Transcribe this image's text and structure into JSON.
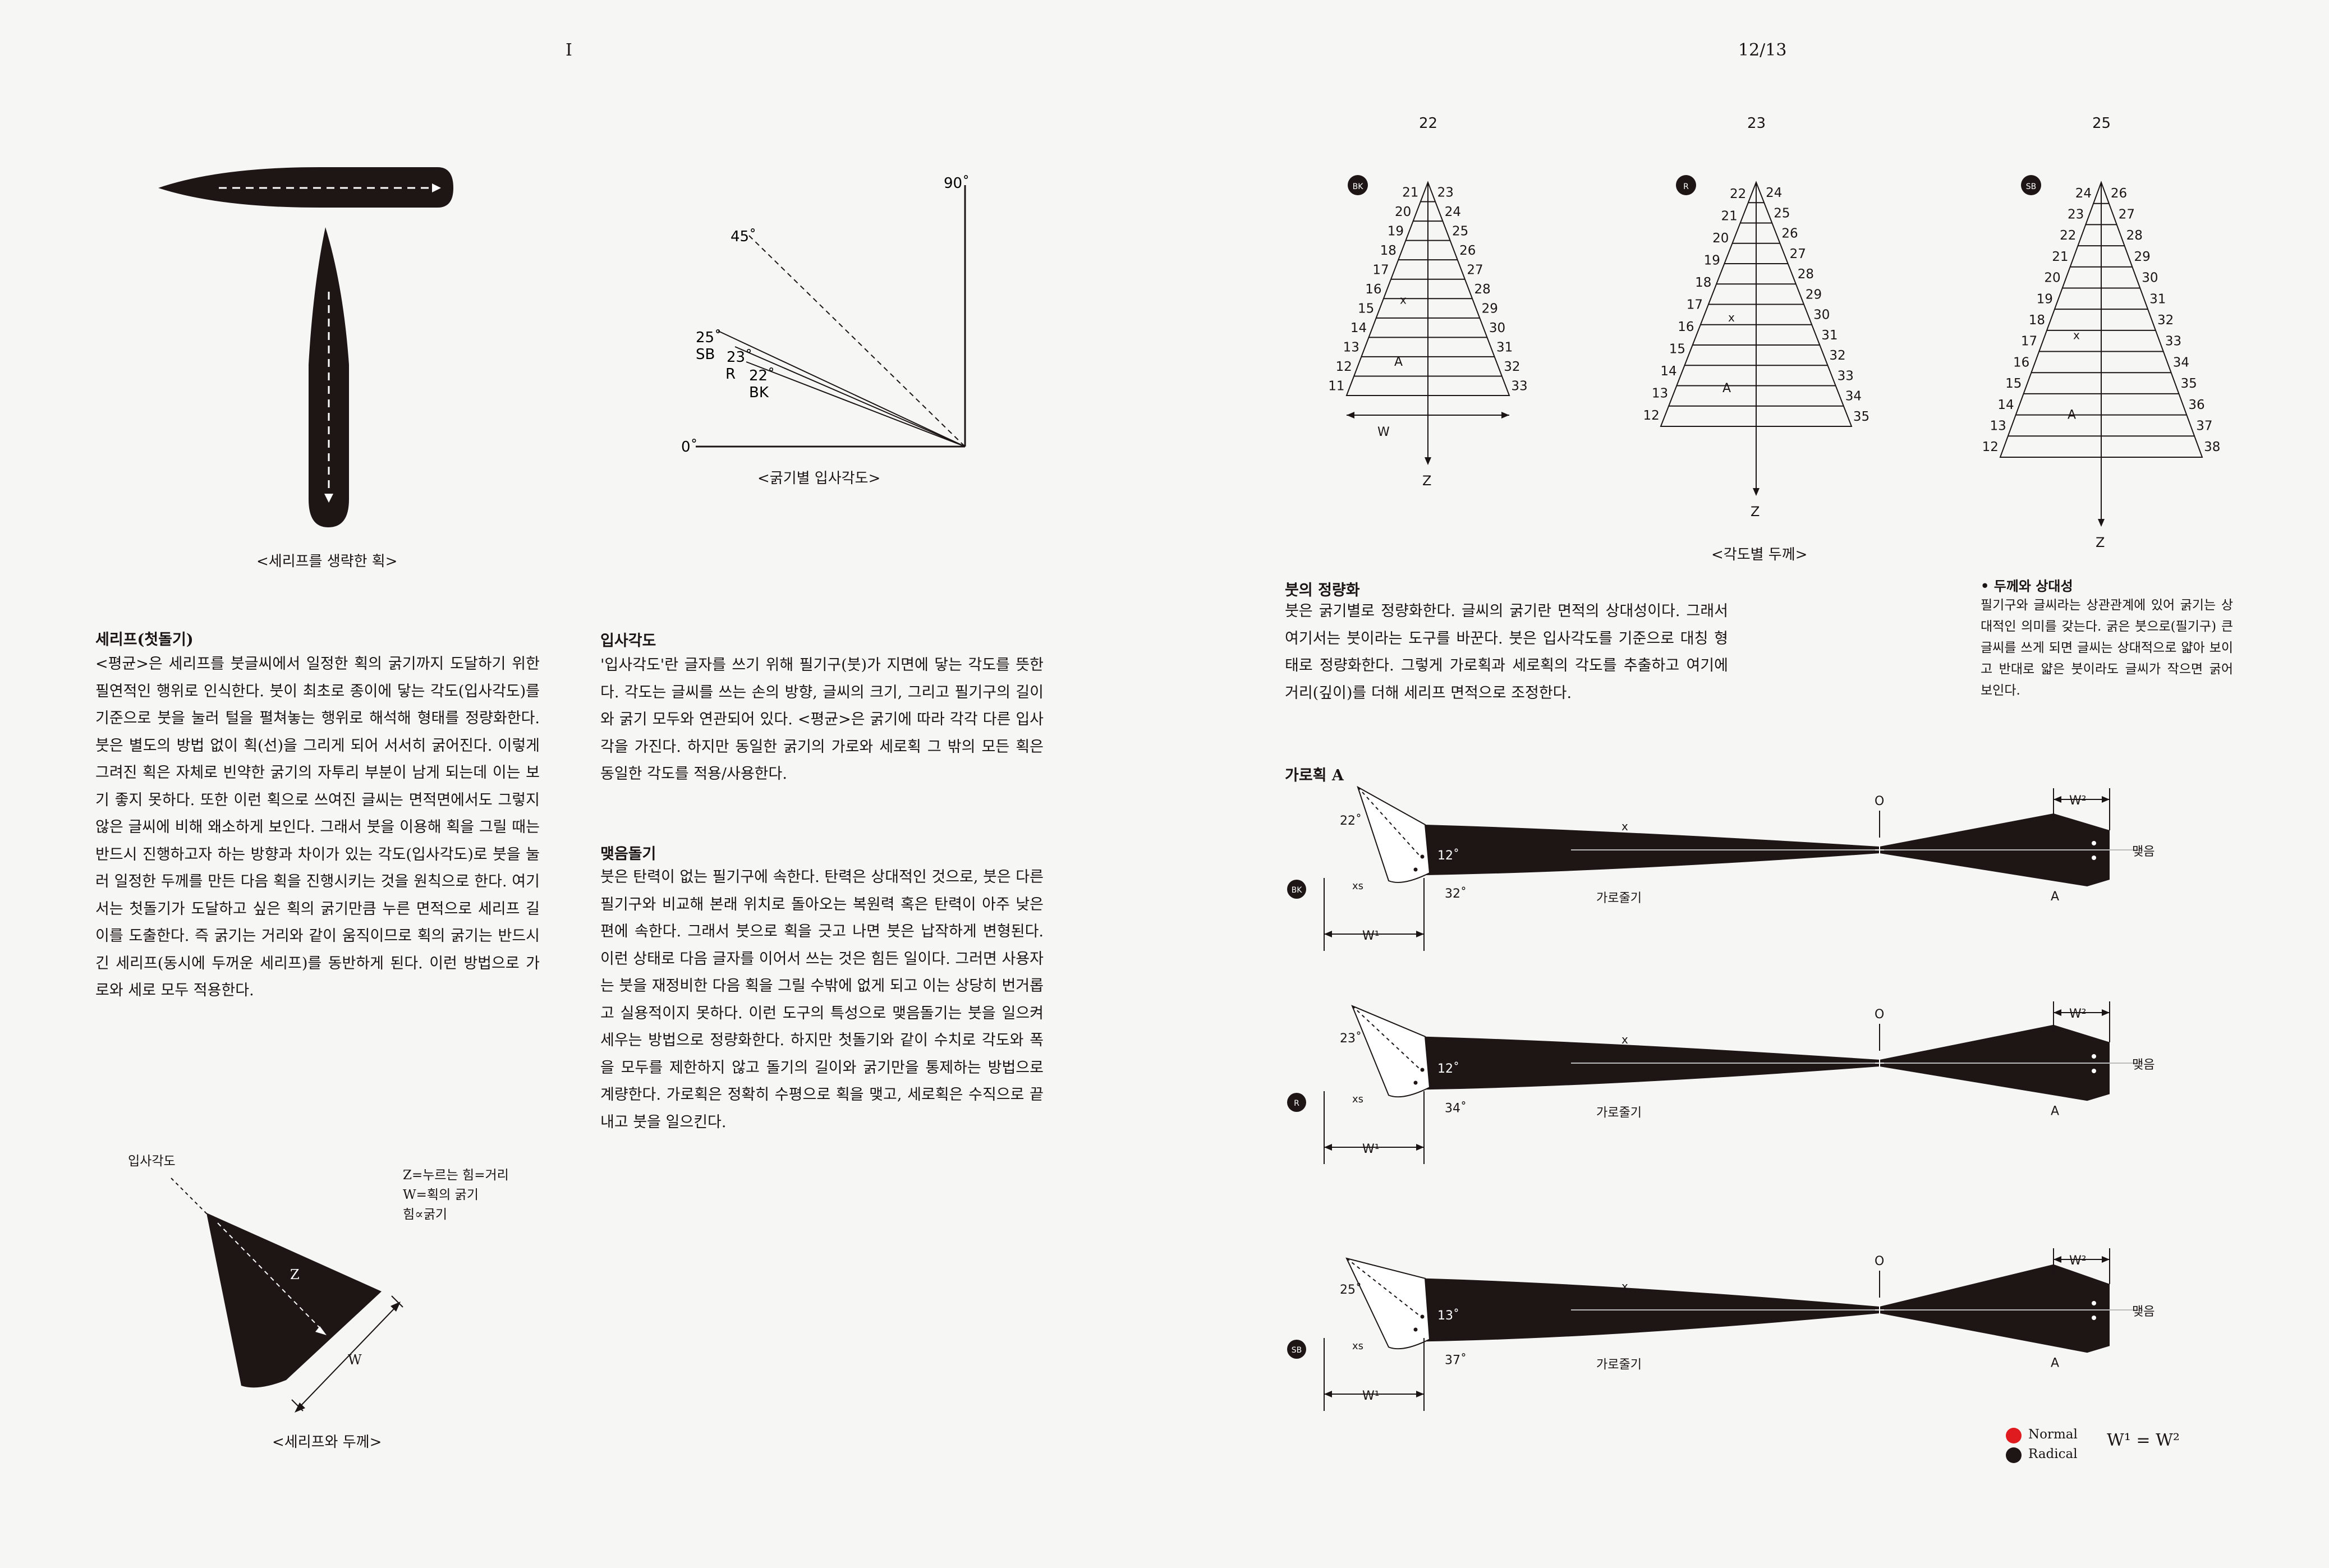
{
  "folios": {
    "left": "I",
    "right": "12/13"
  },
  "captions": {
    "serif_omitted": "<세리프를 생략한 획>",
    "angle_by_weight": "<굵기별 입사각도>",
    "serif_thickness": "<세리프와 두께>",
    "thickness_by_angle": "<각도별 두께>"
  },
  "sections": {
    "serif": {
      "title": "세리프(첫돌기)",
      "body": "<평균>은 세리프를 붓글씨에서 일정한 획의 굵기까지 도달하기 위한 필연적인 행위로 인식한다. 붓이 최초로 종이에 닿는 각도(입사각도)를 기준으로 붓을 눌러 털을 펼쳐놓는 행위로 해석해 형태를 정량화한다. 붓은 별도의 방법 없이 획(선)을 그리게 되어 서서히 굵어진다. 이렇게 그려진 획은 자체로 빈약한 굵기의 자투리 부분이 남게 되는데 이는 보기 좋지 못하다. 또한 이런 획으로 쓰여진 글씨는 면적면에서도 그렇지 않은 글씨에 비해 왜소하게 보인다. 그래서 붓을 이용해 획을 그릴 때는 반드시 진행하고자 하는 방향과 차이가 있는 각도(입사각도)로 붓을 눌러 일정한 두께를 만든 다음 획을 진행시키는 것을 원칙으로 한다. 여기서는 첫돌기가 도달하고 싶은 획의 굵기만큼 누른 면적으로 세리프 길이를 도출한다. 즉 굵기는 거리와 같이 움직이므로 획의 굵기는 반드시 긴 세리프(동시에 두꺼운 세리프)를 동반하게 된다. 이런 방법으로 가로와 세로 모두 적용한다."
    },
    "entry_angle": {
      "title": "입사각도",
      "body": "'입사각도'란 글자를 쓰기 위해 필기구(붓)가 지면에 닿는 각도를 뜻한다. 각도는 글씨를 쓰는 손의 방향, 글씨의 크기, 그리고 필기구의 길이와 굵기 모두와 연관되어 있다. <평균>은 굵기에 따라 각각 다른 입사각을 가진다. 하지만 동일한 굵기의 가로와 세로획 그 밖의 모든 획은 동일한 각도를 적용/사용한다."
    },
    "ending": {
      "title": "맺음돌기",
      "body": "붓은 탄력이 없는 필기구에 속한다. 탄력은 상대적인 것으로, 붓은 다른 필기구와 비교해 본래 위치로 돌아오는 복원력 혹은 탄력이 아주 낮은 편에 속한다. 그래서 붓으로 획을 긋고 나면 붓은 납작하게 변형된다. 이런 상태로 다음 글자를 이어서 쓰는 것은 힘든 일이다. 그러면 사용자는 붓을 재정비한 다음 획을 그릴 수밖에 없게 되고 이는 상당히 번거롭고 실용적이지 못하다. 이런 도구의 특성으로 맺음돌기는 붓을 일으켜 세우는 방법으로 정량화한다. 하지만 첫돌기와 같이 수치로 각도와 폭을 모두를 제한하지 않고 돌기의 길이와 굵기만을 통제하는 방법으로 계량한다. 가로획은 정확히 수평으로 획을 맺고, 세로획은 수직으로 끝내고 붓을 일으킨다."
    },
    "quantify": {
      "title": "붓의 정량화",
      "body": "붓은 굵기별로 정량화한다. 글씨의 굵기란 면적의 상대성이다. 그래서 여기서는 붓이라는 도구를 바꾼다. 붓은 입사각도를 기준으로 대칭 형태로 정량화한다. 그렇게 가로획과 세로획의 각도를 추출하고 여기에 거리(깊이)를 더해 세리프 면적으로 조정한다."
    },
    "relativity": {
      "title": "• 두께와 상대성",
      "body": "필기구와 글씨라는 상관관계에 있어 굵기는 상대적인 의미를 갖는다. 굵은 붓으로(필기구) 큰 글씨를 쓰게 되면 글씨는 상대적으로 얇아 보이고 반대로 얇은 붓이라도 글씨가 작으면 굵어 보인다."
    }
  },
  "angle_diagram": {
    "ticks": [
      "90˚",
      "45˚",
      "25˚",
      "23˚",
      "22˚",
      "0˚"
    ],
    "weights": [
      "SB",
      "R",
      "BK"
    ]
  },
  "serif_thickness": {
    "entry_label": "입사각도",
    "z_label": "Z",
    "w_label": "W",
    "legend": [
      "Z=누르는 힘=거리",
      "W=획의 굵기",
      "힘∝굵기"
    ]
  },
  "triangles": [
    {
      "badge": "BK",
      "top": "22",
      "left": [
        "21",
        "20",
        "19",
        "18",
        "17",
        "16",
        "15",
        "14",
        "13",
        "12",
        "11"
      ],
      "right": [
        "23",
        "24",
        "25",
        "26",
        "27",
        "28",
        "29",
        "30",
        "31",
        "32",
        "33"
      ],
      "x": "x",
      "a": "A",
      "w": "W",
      "z": "Z"
    },
    {
      "badge": "R",
      "top": "23",
      "left": [
        "22",
        "21",
        "20",
        "19",
        "18",
        "17",
        "16",
        "15",
        "14",
        "13",
        "12"
      ],
      "right": [
        "24",
        "25",
        "26",
        "27",
        "28",
        "29",
        "30",
        "31",
        "32",
        "33",
        "34",
        "35"
      ],
      "x": "x",
      "a": "A",
      "z": "Z"
    },
    {
      "badge": "SB",
      "top": "25",
      "left": [
        "24",
        "23",
        "22",
        "21",
        "20",
        "19",
        "18",
        "17",
        "16",
        "15",
        "14",
        "13",
        "12"
      ],
      "right": [
        "26",
        "27",
        "28",
        "29",
        "30",
        "31",
        "32",
        "33",
        "34",
        "35",
        "36",
        "37",
        "38"
      ],
      "x": "x",
      "a": "A",
      "z": "Z"
    }
  ],
  "stroke_section": {
    "title": "가로획 A"
  },
  "strokes": [
    {
      "badge": "BK",
      "entry": "22˚",
      "inner": "12˚",
      "lower": "32˚",
      "o": "O",
      "x": "x",
      "xs": "xs",
      "label": "가로줄기",
      "end": "맺음",
      "a": "A",
      "w1": "W¹",
      "w2": "W²"
    },
    {
      "badge": "R",
      "entry": "23˚",
      "inner": "12˚",
      "lower": "34˚",
      "o": "O",
      "x": "x",
      "xs": "xs",
      "label": "가로줄기",
      "end": "맺음",
      "a": "A",
      "w1": "W¹",
      "w2": "W²"
    },
    {
      "badge": "SB",
      "entry": "25˚",
      "inner": "13˚",
      "lower": "37˚",
      "o": "O",
      "x": "x",
      "xs": "xs",
      "label": "가로줄기",
      "end": "맺음",
      "a": "A",
      "w1": "W¹",
      "w2": "W²"
    }
  ],
  "legend": {
    "normal": "Normal",
    "radical": "Radical",
    "formula": "W¹ = W²",
    "normal_color": "#e01b1f",
    "radical_color": "#1e1515"
  }
}
